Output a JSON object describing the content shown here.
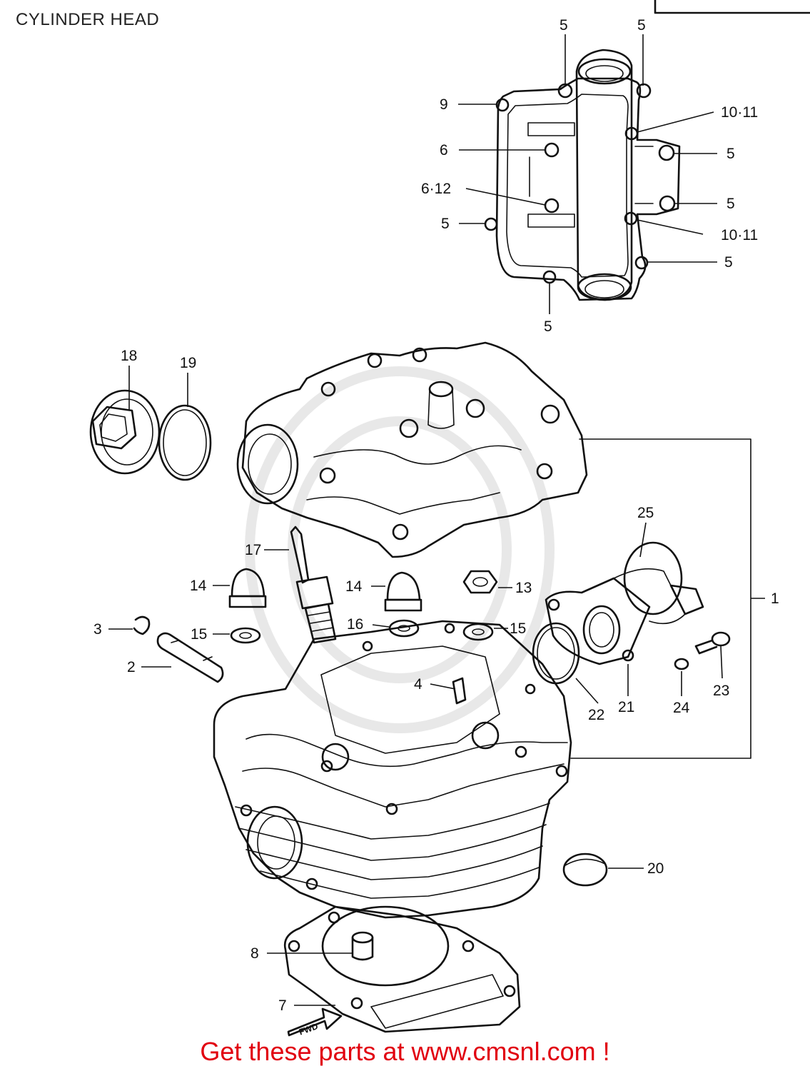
{
  "title": "CYLINDER HEAD",
  "footer": "Get these parts at www.cmsnl.com !",
  "fwd_label": "FWD",
  "callouts": [
    {
      "label": "5"
    },
    {
      "label": "5"
    },
    {
      "label": "9"
    },
    {
      "label": "10·11"
    },
    {
      "label": "6"
    },
    {
      "label": "5"
    },
    {
      "label": "6·12"
    },
    {
      "label": "5"
    },
    {
      "label": "5"
    },
    {
      "label": "10·11"
    },
    {
      "label": "5"
    },
    {
      "label": "5"
    },
    {
      "label": "18"
    },
    {
      "label": "19"
    },
    {
      "label": "25"
    },
    {
      "label": "17"
    },
    {
      "label": "14"
    },
    {
      "label": "14"
    },
    {
      "label": "13"
    },
    {
      "label": "1"
    },
    {
      "label": "3"
    },
    {
      "label": "15"
    },
    {
      "label": "16"
    },
    {
      "label": "15"
    },
    {
      "label": "2"
    },
    {
      "label": "4"
    },
    {
      "label": "22"
    },
    {
      "label": "21"
    },
    {
      "label": "24"
    },
    {
      "label": "23"
    },
    {
      "label": "20"
    },
    {
      "label": "8"
    },
    {
      "label": "7"
    }
  ],
  "colors": {
    "line": "#111111",
    "footer": "#e1000f",
    "background": "#ffffff"
  }
}
